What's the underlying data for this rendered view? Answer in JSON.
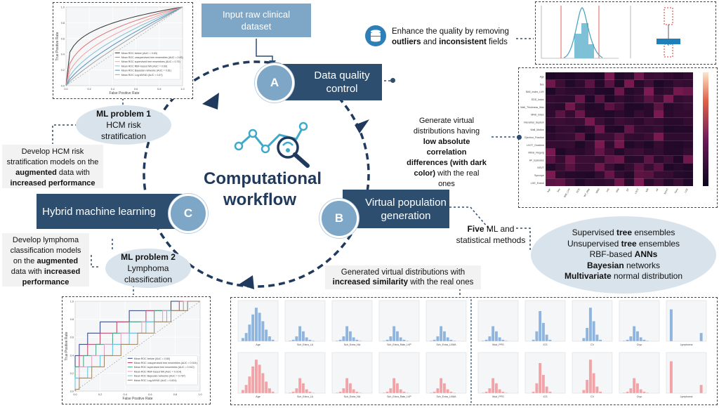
{
  "center": {
    "line1": "Computational",
    "line2": "workflow"
  },
  "input": {
    "text": "Input raw clinical dataset"
  },
  "step_a": {
    "letter": "A",
    "label": "Data quality control"
  },
  "step_b": {
    "letter": "B",
    "label": "Virtual population generation"
  },
  "step_c": {
    "letter": "C",
    "label": "Hybrid machine learning"
  },
  "quality_note": {
    "pre": "Enhance the quality by removing ",
    "b1": "outliers",
    "mid": " and ",
    "b2": "inconsistent",
    "post": " fields"
  },
  "virtual_note": {
    "pre": "Generate virtual distributions having ",
    "bold": "low absolute correlation differences (with dark color)",
    "post": " with the real ones"
  },
  "methods_note": {
    "bold": "Five",
    "post": " ML and statistical methods"
  },
  "methods_list": {
    "l1a": "Supervised ",
    "l1b": "tree",
    "l1c": " ensembles",
    "l2a": "Unsupervised ",
    "l2b": "tree",
    "l2c": " ensembles",
    "l3a": "RBF-based ",
    "l3b": "ANNs",
    "l4a": "Bayesian",
    "l4b": " networks",
    "l5a": "Multivariate",
    "l5b": " normal distribution"
  },
  "similarity_note": {
    "pre": "Generated virtual distributions with ",
    "bold": "increased similarity",
    "post": " with the real ones"
  },
  "ml1": {
    "title": "ML problem 1",
    "sub": "HCM risk stratification"
  },
  "ml2": {
    "title": "ML problem 2",
    "sub": "Lymphoma classification"
  },
  "hcm_note": {
    "pre": "Develop HCM risk stratification models on the ",
    "b1": "augmented",
    "mid": " data with ",
    "b2": "increased performance"
  },
  "lym_note": {
    "pre": "Develop lymphoma classification models on the ",
    "b1": "augmented",
    "mid": " data with ",
    "b2": "increased performance"
  },
  "roc_top": {
    "xlabel": "False Positive Rate",
    "ylabel": "True Positive Rate",
    "legend": [
      "Mean ROC before (AUC = 0.63)",
      "Mean ROC unsupervised tree ensembles (AUC = 0.83)",
      "Mean ROC supervised tree ensembles (AUC = 0.75)",
      "Mean ROC RBF-based NN (AUC = 0.69)",
      "Mean ROC Bayesian networks (AUC = 0.81)",
      "Mean ROC Log-MVND (AUC = 0.67)"
    ],
    "colors": [
      "#333333",
      "#e07070",
      "#f0a0a0",
      "#80c0d0",
      "#5090c0",
      "#a0a0a0"
    ]
  },
  "roc_bottom": {
    "xlabel": "False Positive Rate",
    "ylabel": "True Positive Rate",
    "legend": [
      "Mean ROC before (AUC = 0.80)",
      "Mean ROC unsupervised tree ensembles (AUC = 0.924)",
      "Mean ROC supervised tree ensembles (AUC = 0.912)",
      "Mean ROC RBF-based NN (AUC = 0.914)",
      "Mean ROC Bayesian networks (AUC = 0.787)",
      "Mean ROC Log-MVND (AUC = 0.824)"
    ],
    "colors": [
      "#2d3f7f",
      "#c04060",
      "#40a080",
      "#e0a0c0",
      "#60c0e0",
      "#a08060"
    ]
  },
  "heatmap": {
    "row_labels": [
      "Age",
      "Sex",
      "BMI_Index_LVH",
      "EDS_Index",
      "Wall_Thickness_Max",
      "MNS_Index",
      "Interatrial_Septum",
      "Wall_Motion",
      "Ejection_Fraction",
      "LVOT_Gradient",
      "Mitral_Regurg",
      "AF_Episodes",
      "NSVT",
      "Syncope",
      "LGE_Extent"
    ],
    "col_labels": [
      "Age",
      "Sex",
      "BMI_LVH",
      "EDS",
      "WT_Max",
      "MNS",
      "IAS",
      "WM",
      "EF",
      "LVOT",
      "MR",
      "AF",
      "NSVT",
      "Sync",
      "LGE"
    ]
  },
  "hist_labels": {
    "top_left": [
      "Age",
      "Sch_Extra_LA",
      "Sch_Extra_NA",
      "Sch_Extra_Rate_LVP",
      "Sch_Extra_LVMA"
    ],
    "top_right": [
      "Mod_PPG",
      "ICS",
      "CV",
      "Cryo",
      "Lymphoma"
    ],
    "bottom_left": [
      "Age",
      "Sch_Extra_LA",
      "Sch_Extra_NA",
      "Sch_Extra_Rate_LVP",
      "Sch_Extra_LVMA"
    ],
    "bottom_right": [
      "Mod_PPG",
      "ICS",
      "CV",
      "Cryo",
      "Lymphoma"
    ]
  }
}
